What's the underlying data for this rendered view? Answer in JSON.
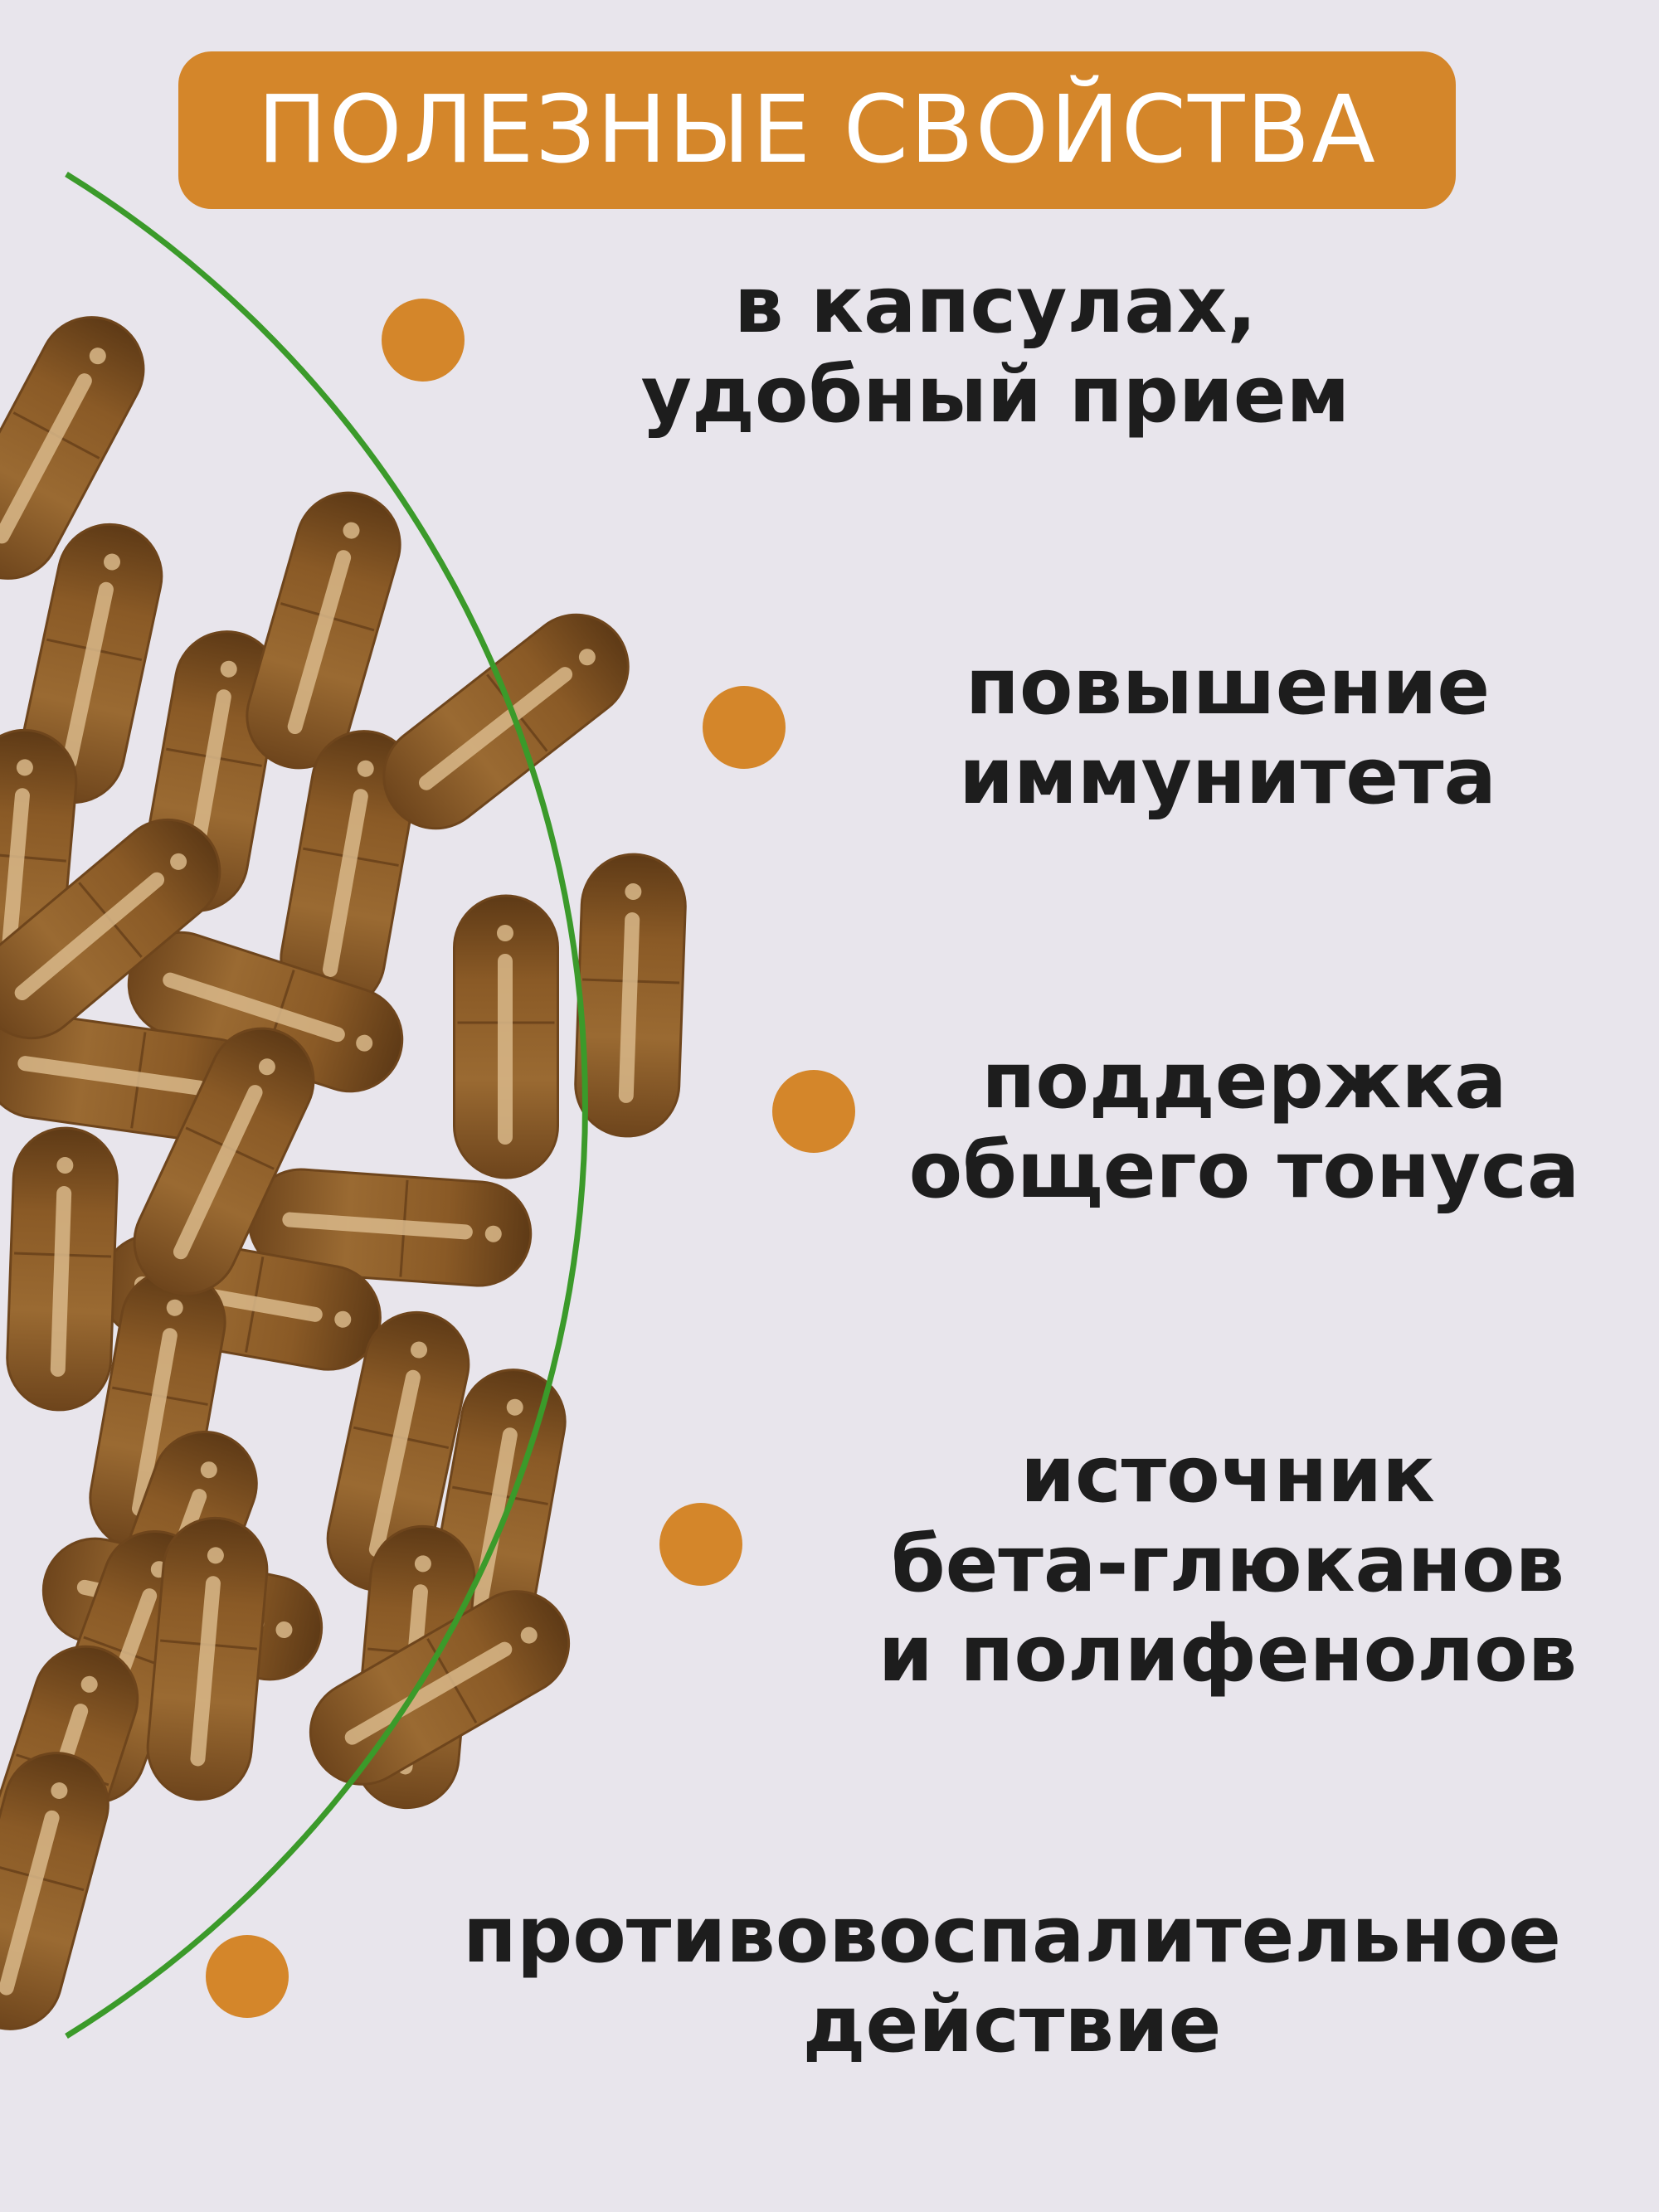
{
  "colors": {
    "background": "#e8e5ec",
    "accent": "#d4862a",
    "arc": "#3b9a2a",
    "text": "#1d1d1d",
    "capsule_body": "#8e5f2a",
    "capsule_shade": "#6e451c",
    "capsule_highlight": "#d9b98a"
  },
  "title": "ПОЛЕЗНЫЕ СВОЙСТВА",
  "benefits": [
    {
      "line1": "в капсулах,",
      "line2": "удобный прием",
      "line3": ""
    },
    {
      "line1": "повышение",
      "line2": "иммунитета",
      "line3": ""
    },
    {
      "line1": "поддержка",
      "line2": "общего тонуса",
      "line3": ""
    },
    {
      "line1": "источник",
      "line2": "бета-глюканов",
      "line3": "и полифенолов"
    },
    {
      "line1": "противовоспалительное",
      "line2": "действие",
      "line3": ""
    }
  ]
}
